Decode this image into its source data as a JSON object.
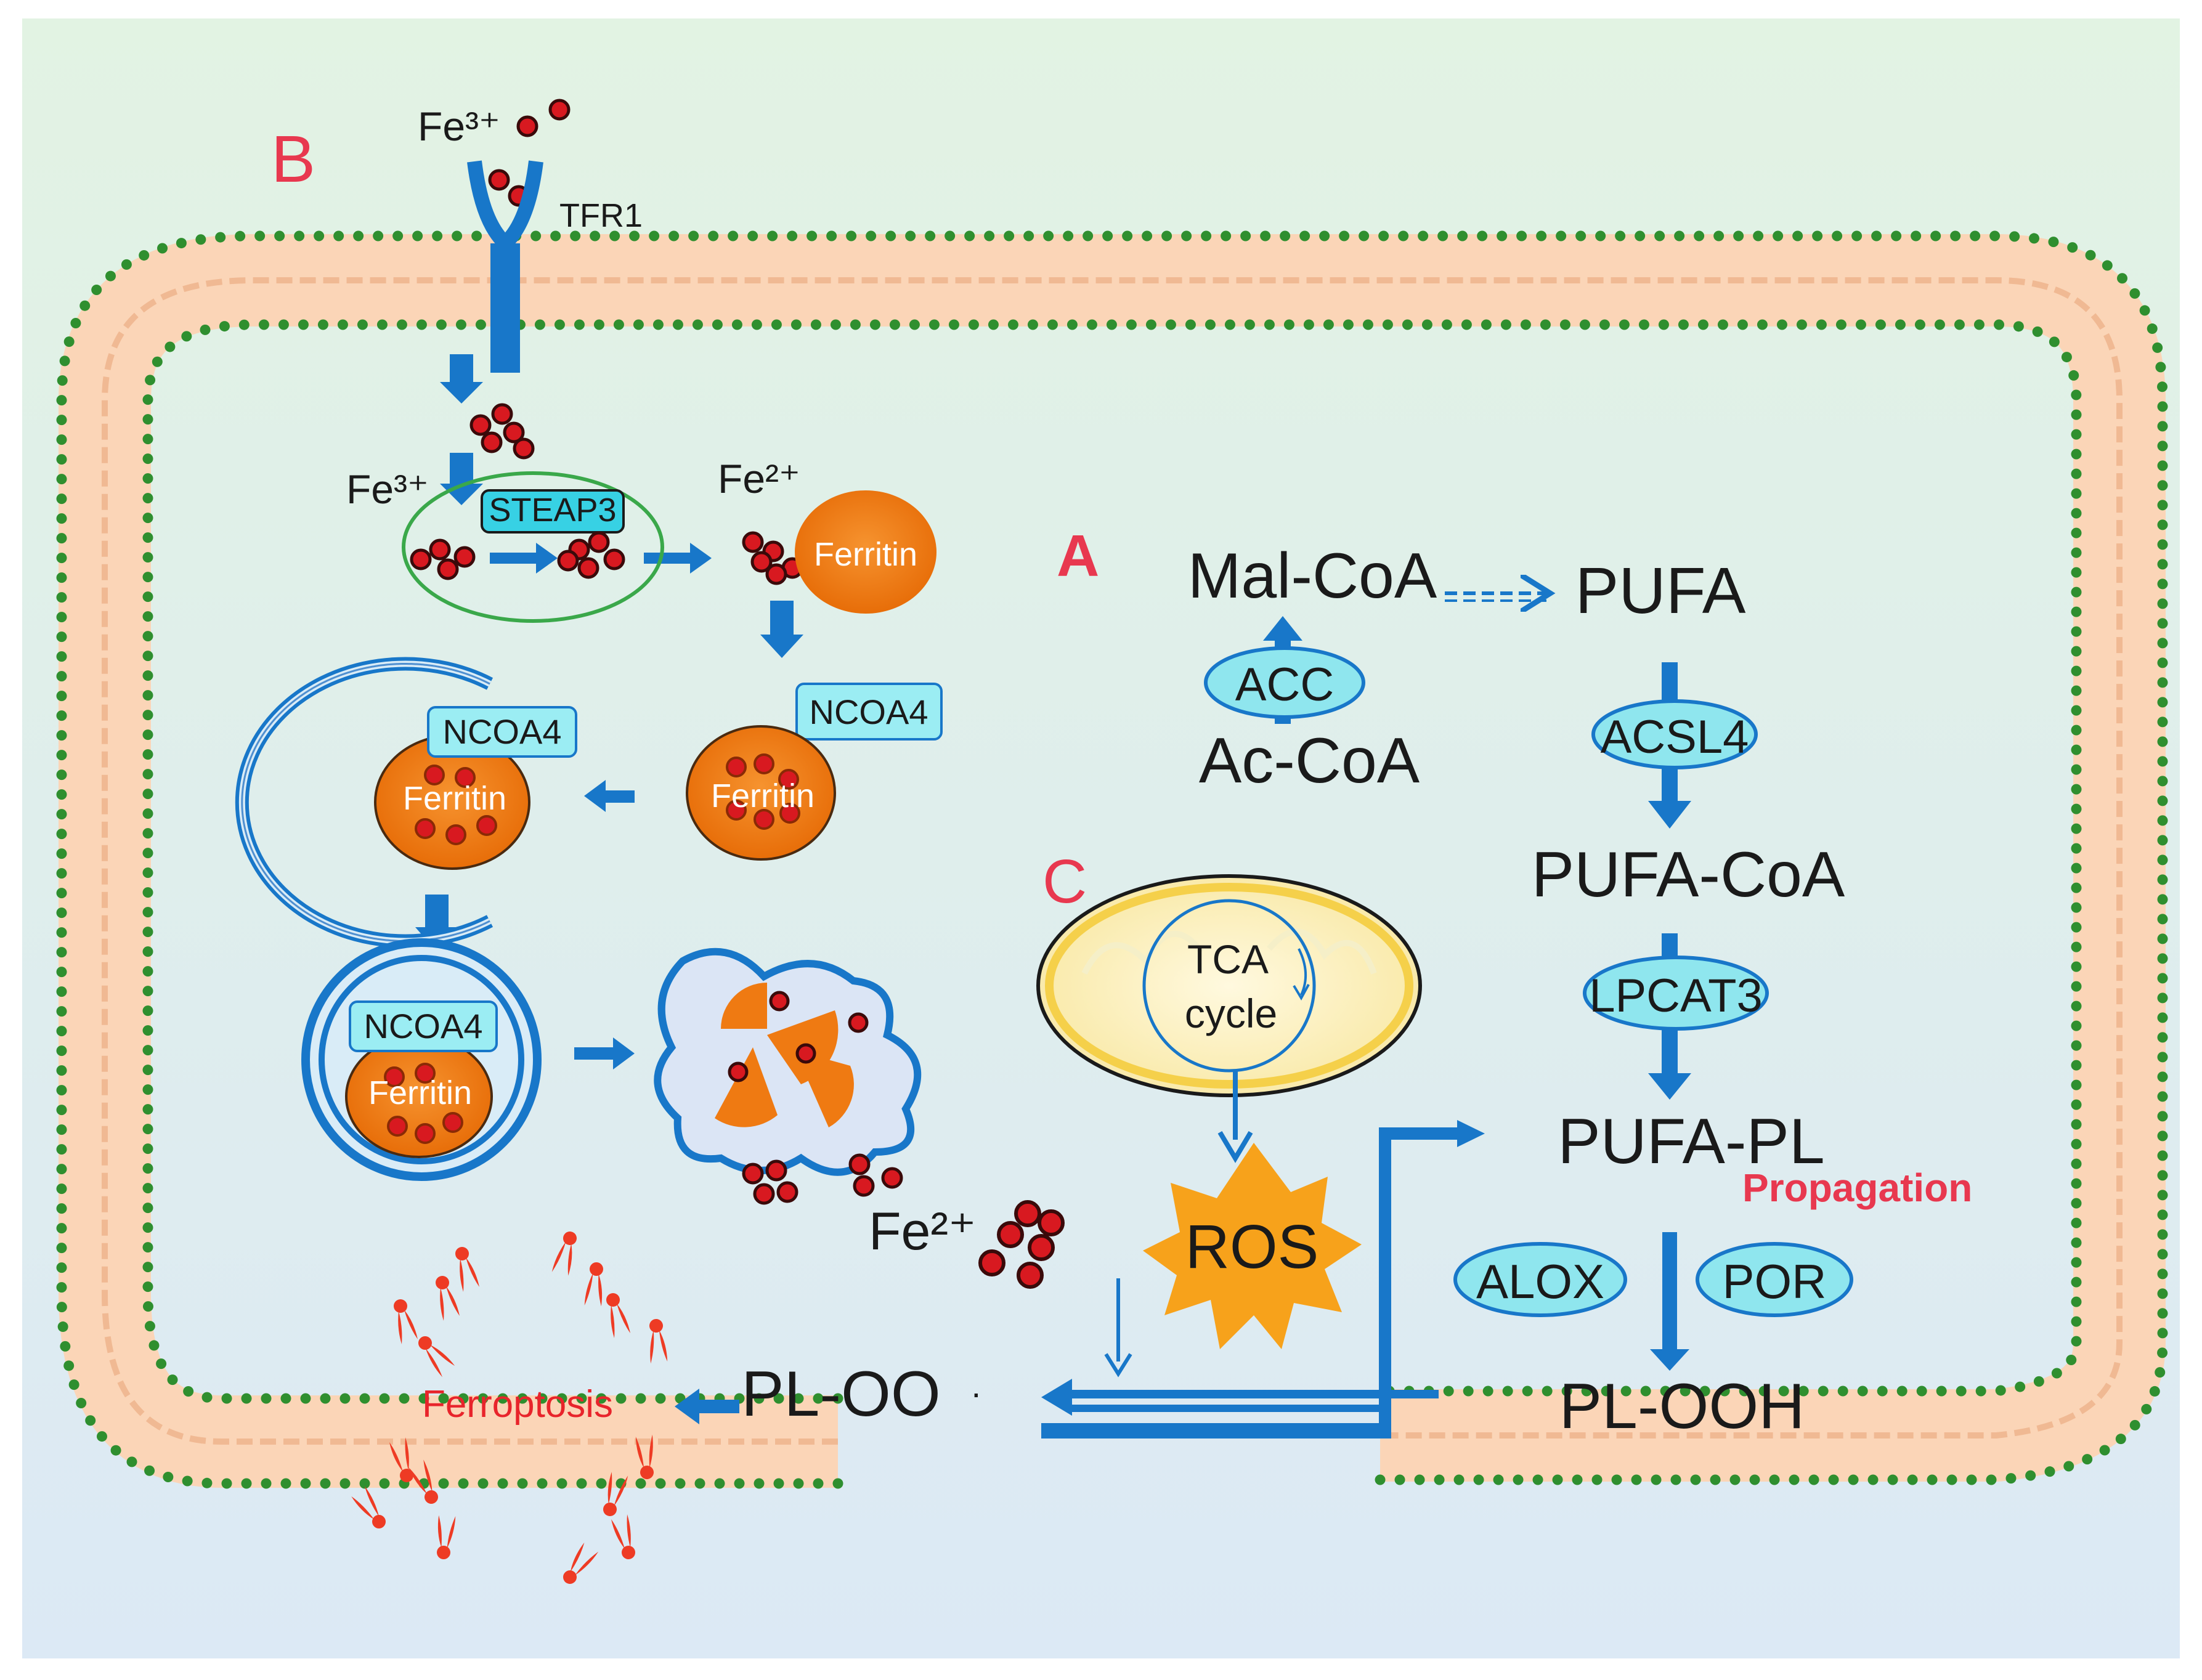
{
  "panel_labels": {
    "a": "A",
    "b": "B",
    "c": "C"
  },
  "iron": {
    "fe3_outside": "Fe³⁺",
    "tfr1": "TFR1",
    "fe3_inside": "Fe³⁺",
    "steap3": "STEAP3",
    "fe2_top": "Fe²⁺",
    "ferritin_free": "Ferritin",
    "ncoa4_right": "NCOA4",
    "ferritin_right": "Ferritin",
    "ncoa4_phagophore": "NCOA4",
    "ferritin_phagophore": "Ferritin",
    "ncoa4_autophagosome": "NCOA4",
    "ferritin_autophagosome": "Ferritin",
    "fe2_bottom": "Fe²⁺"
  },
  "lipid": {
    "mal_coa": "Mal-CoA",
    "pufa": "PUFA",
    "acc": "ACC",
    "ac_coa": "Ac-CoA",
    "acsl4": "ACSL4",
    "pufa_coa": "PUFA-CoA",
    "lpcat3": "LPCAT3",
    "pufa_pl": "PUFA-PL",
    "propagation": "Propagation",
    "alox": "ALOX",
    "por": "POR",
    "pl_ooh": "PL-OOH",
    "pl_oo": "PL-OO",
    "pl_oo_dot": "·"
  },
  "mito": {
    "tca_line1": "TCA",
    "tca_line2": "cycle",
    "ros": "ROS"
  },
  "outcome": {
    "ferroptosis": "Ferroptosis"
  },
  "colors": {
    "arrow": "#1877c9",
    "iron_red": "#d81920",
    "ferritin_orange": "#ef7a12",
    "enzyme_cyan": "#8fe6ee",
    "membrane_green": "#2f8f2f",
    "membrane_band": "#fbd5b7",
    "panel_label_red": "#e8384f",
    "ros_orange": "#f7a21b"
  }
}
